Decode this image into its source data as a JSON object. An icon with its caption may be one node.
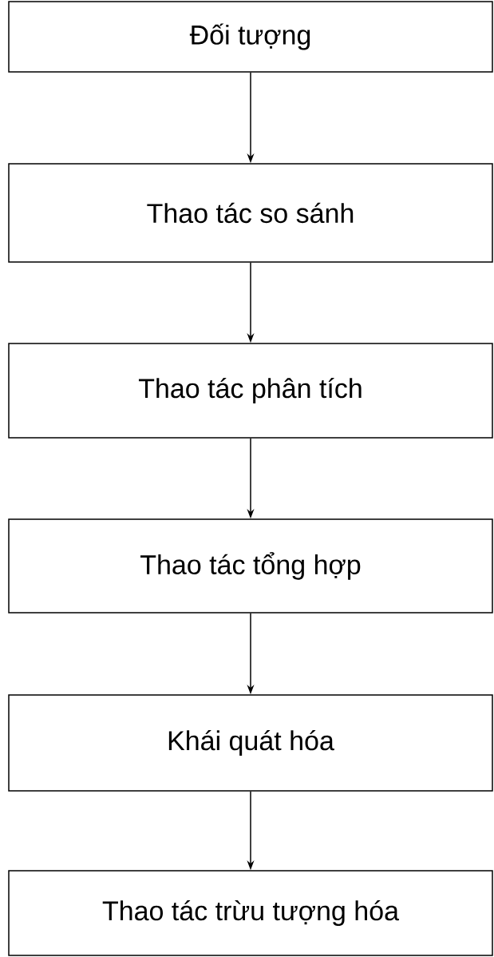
{
  "diagram": {
    "nodes": [
      {
        "text": [
          "Đối tượng"
        ]
      },
      {
        "text": [
          "Thao tác so sánh"
        ]
      },
      {
        "text": [
          "Thao tác phân tích"
        ]
      },
      {
        "text": [
          "Thao tác tổng hợp"
        ]
      },
      {
        "text": [
          "Khái quát hóa"
        ]
      },
      {
        "text": [
          "Thao tác trừu tượng hóa"
        ]
      }
    ],
    "edges": [
      {
        "from": 0,
        "to": 1,
        "arrow": "to"
      },
      {
        "from": 1,
        "to": 2,
        "arrow": "to"
      },
      {
        "from": 2,
        "to": 3,
        "arrow": "to"
      },
      {
        "from": 3,
        "to": 4,
        "arrow": "to"
      },
      {
        "from": 4,
        "to": 5,
        "arrow": "to"
      }
    ]
  }
}
